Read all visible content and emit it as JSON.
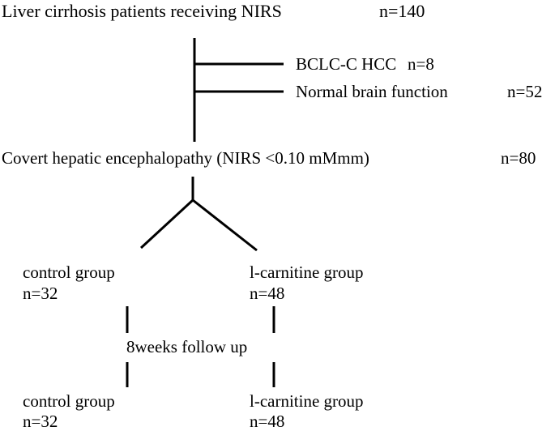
{
  "header": {
    "label": "Liver cirrhosis patients receiving NIRS",
    "count": "n=140"
  },
  "exclusions": [
    {
      "label": "BCLC-C HCC",
      "count": "n=8"
    },
    {
      "label": "Normal brain function",
      "count": "n=52"
    }
  ],
  "covert": {
    "label": "Covert hepatic encephalopathy (NIRS <0.10 mMmm)",
    "count": "n=80"
  },
  "groups": {
    "control": {
      "label": "control group",
      "count": "n=32"
    },
    "lcarnitine": {
      "label": "l-carnitine group",
      "count": "n=48"
    }
  },
  "follow_up": {
    "label": "8weeks follow up"
  },
  "final_groups": {
    "control": {
      "label": "control group",
      "count": "n=32"
    },
    "lcarnitine": {
      "label": "l-carnitine group",
      "count": "n=48"
    }
  },
  "colors": {
    "line": "#000000",
    "text": "#000000",
    "background": "#ffffff"
  }
}
